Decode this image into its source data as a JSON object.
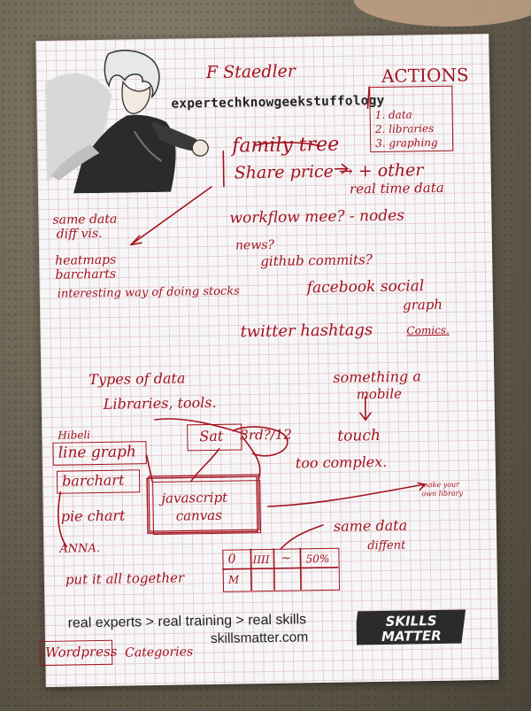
{
  "sheet": {
    "brand": "expertechknowgeekstuffology",
    "tagline": "real experts > real training > real skills",
    "site": "skillsmatter.com",
    "logo_top": "SKILLS",
    "logo_bottom": "MATTER"
  },
  "notes": {
    "name": "F Staedler",
    "actions_title": "ACTIONS",
    "actions": [
      "1. data",
      "2. libraries",
      "3. graphing"
    ],
    "family_tree": "family tree",
    "share_price": "Share price → + other",
    "realtime": "real time data",
    "same_data": "same data",
    "diff_vis": "diff vis.",
    "workflow": "workflow mee? - nodes",
    "news": "news?",
    "github": "github commits?",
    "heatmaps": "heatmaps",
    "barcharts": "barcharts",
    "interesting": "interesting way of doing stocks",
    "facebook": "facebook social",
    "graph": "graph",
    "twitter": "twitter hashtags",
    "comics": "Comics.",
    "types": "Types of data",
    "libraries": "Libraries, tools.",
    "something": "something a",
    "mobile": "mobile",
    "touch": "touch",
    "hibeli": "Hibeli",
    "linegraph": "line graph",
    "barchart": "barchart",
    "piechart": "pie chart",
    "anna": "ANNA.",
    "sat": "Sat",
    "date": "3rd?/12",
    "too_complex": "too complex.",
    "javascript": "javascript",
    "canvas": "canvas",
    "side_note": "make your own library",
    "same_data_diffent": "same data",
    "diffent": "diffent",
    "put_together": "put it all together",
    "wordpress": "Wordpress",
    "categories": "Categories",
    "grid_cells": [
      "0",
      "IIII",
      "~",
      "50%",
      "M"
    ]
  }
}
